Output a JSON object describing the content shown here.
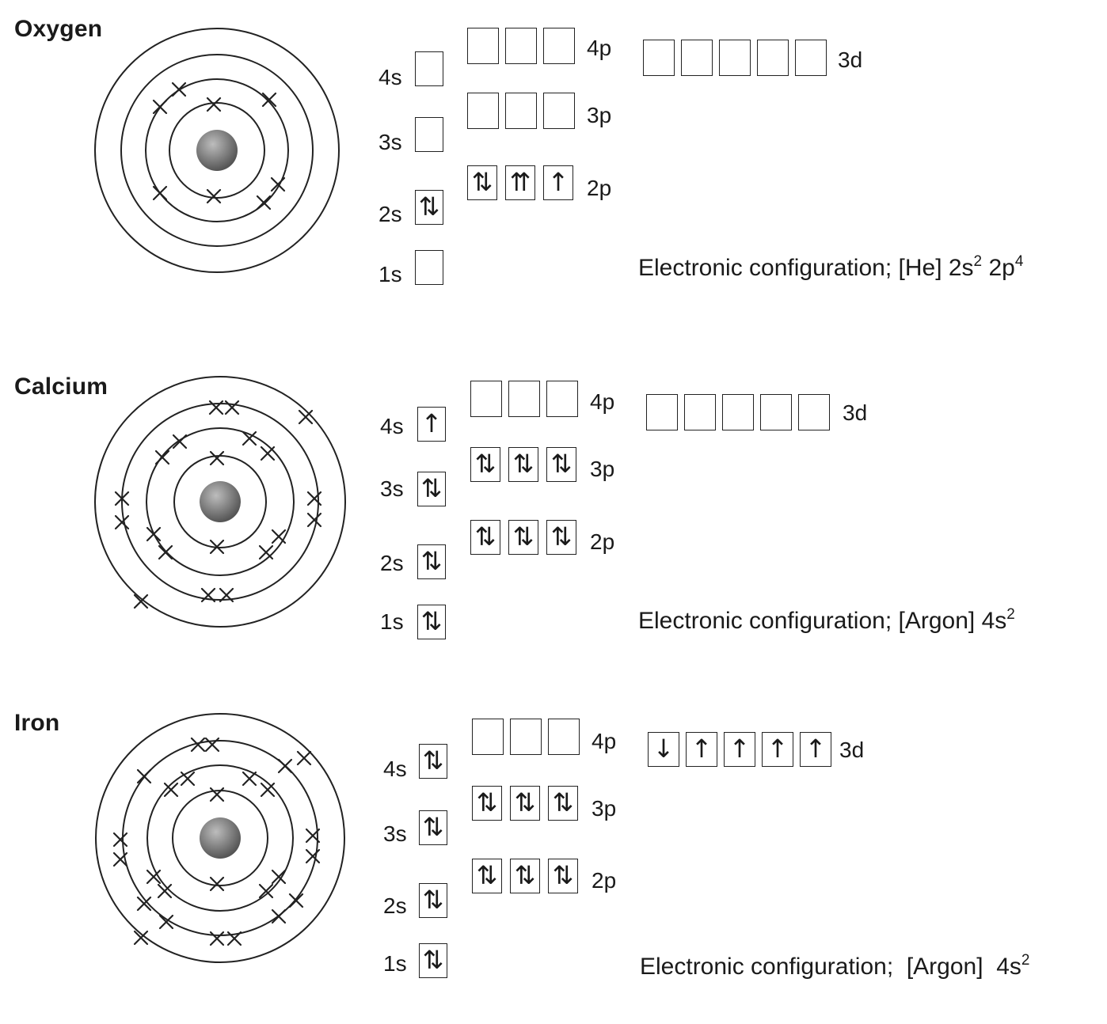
{
  "colors": {
    "line": "#222222",
    "nucleus_light": "#b0b0b0",
    "nucleus_dark": "#5a5a5a"
  },
  "elements": [
    {
      "name": "Oxygen",
      "shell_counts": [
        2,
        6
      ],
      "s_orbitals": [
        {
          "label": "4s",
          "fill": ""
        },
        {
          "label": "3s",
          "fill": ""
        },
        {
          "label": "2s",
          "fill": "⇅"
        },
        {
          "label": "1s",
          "fill": ""
        }
      ],
      "p_orbitals": [
        {
          "label": "4p",
          "fill": [
            "",
            "",
            ""
          ]
        },
        {
          "label": "3p",
          "fill": [
            "",
            "",
            ""
          ]
        },
        {
          "label": "2p",
          "fill": [
            "⇅",
            "⇈",
            "↑"
          ]
        }
      ],
      "d_orbital": {
        "label": "3d",
        "fill": [
          "",
          "",
          "",
          "",
          ""
        ]
      },
      "config_text": "Electronic configuration; [He] 2s",
      "config_sup1": "2",
      "config_mid": " 2p",
      "config_sup2": "4"
    },
    {
      "name": "Calcium",
      "shell_counts": [
        2,
        8,
        8,
        2
      ],
      "s_orbitals": [
        {
          "label": "4s",
          "fill": "↑"
        },
        {
          "label": "3s",
          "fill": "⇅"
        },
        {
          "label": "2s",
          "fill": "⇅"
        },
        {
          "label": "1s",
          "fill": "⇅"
        }
      ],
      "p_orbitals": [
        {
          "label": "4p",
          "fill": [
            "",
            "",
            ""
          ]
        },
        {
          "label": "3p",
          "fill": [
            "⇅",
            "⇅",
            "⇅"
          ]
        },
        {
          "label": "2p",
          "fill": [
            "⇅",
            "⇅",
            "⇅"
          ]
        }
      ],
      "d_orbital": {
        "label": "3d",
        "fill": [
          "",
          "",
          "",
          "",
          ""
        ]
      },
      "config_text": "Electronic configuration; [Argon] 4s",
      "config_sup1": "2",
      "config_mid": "",
      "config_sup2": ""
    },
    {
      "name": "Iron",
      "shell_counts": [
        2,
        8,
        14,
        2
      ],
      "s_orbitals": [
        {
          "label": "4s",
          "fill": "⇅"
        },
        {
          "label": "3s",
          "fill": "⇅"
        },
        {
          "label": "2s",
          "fill": "⇅"
        },
        {
          "label": "1s",
          "fill": "⇅"
        }
      ],
      "p_orbitals": [
        {
          "label": "4p",
          "fill": [
            "",
            "",
            ""
          ]
        },
        {
          "label": "3p",
          "fill": [
            "⇅",
            "⇅",
            "⇅"
          ]
        },
        {
          "label": "2p",
          "fill": [
            "⇅",
            "⇅",
            "⇅"
          ]
        }
      ],
      "d_orbital": {
        "label": "3d",
        "fill": [
          "↓",
          "↑",
          "↑",
          "↑",
          "↑"
        ]
      },
      "config_text": "Electronic configuration;  [Argon]  4s",
      "config_sup1": "2",
      "config_mid": "",
      "config_sup2": ""
    }
  ]
}
